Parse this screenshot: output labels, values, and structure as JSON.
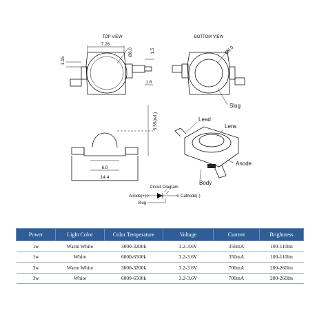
{
  "drawing": {
    "top_view_title": "TOP VIEW",
    "bottom_view_title": "BOTTOM VIEW",
    "dimensions": {
      "top_width": "7.26",
      "lens_dia": "Ø8.0",
      "lead_height": "1.5",
      "lead_thick": "1.15",
      "lead_len": "1.6",
      "slug_dia": "Ø6.0",
      "height_ref": "5.55(ref.)",
      "base_width": "6.0",
      "overall_len": "14.4"
    },
    "callouts": {
      "slug": "Slug",
      "lead": "Lead",
      "lens": "Lens",
      "anode": "Anode",
      "body": "Body"
    },
    "circuit": {
      "title": "Circuit Diagram",
      "anode_label": "Anode(+)",
      "cathode_label": "Cathode(-)",
      "slug_label": "Slug"
    }
  },
  "table": {
    "headers": [
      "Power",
      "Light Color",
      "Color Temperature",
      "Voltage",
      "Current",
      "Brightness"
    ],
    "rows": [
      [
        "1w",
        "Warm White",
        "3000-3200k",
        "3.2-3.6V",
        "350mA",
        "100-110lm"
      ],
      [
        "1w",
        "White",
        "6000-6500k",
        "3.2-3.6V",
        "350mA",
        "100-110lm"
      ],
      [
        "3w",
        "Warm White",
        "3000-3200k",
        "3.2-3.6V",
        "700mA",
        "200-260lm"
      ],
      [
        "3w",
        "White",
        "6000-6500k",
        "3.2-3.6V",
        "700mA",
        "200-260lm"
      ]
    ]
  },
  "colors": {
    "header_bg": "#2f5d96",
    "header_text": "#ffffff",
    "line": "#111111"
  }
}
